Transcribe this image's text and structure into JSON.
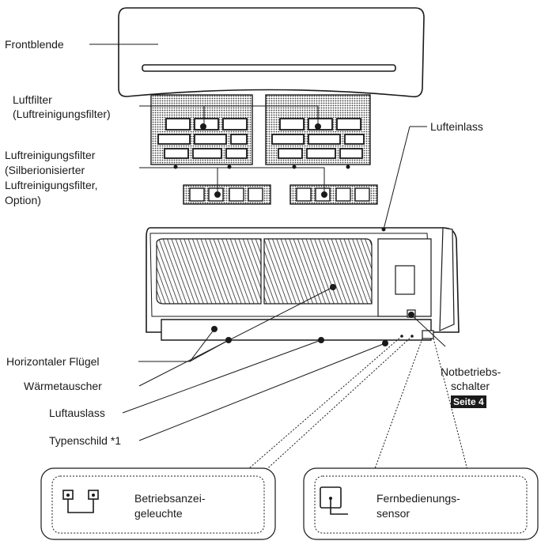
{
  "labels": {
    "frontblende": "Frontblende",
    "luftfilter": [
      "Luftfilter",
      "(Luftreinigungsfilter)"
    ],
    "lufteinlass": "Lufteinlass",
    "luftreinigungsfilter": [
      "Luftreinigungsfilter",
      "(Silberionisierter",
      "Luftreinigungsfilter,",
      "Option)"
    ],
    "horizontaler_fluegel": "Horizontaler Flügel",
    "waermetauscher": "Wärmetauscher",
    "luftauslass": "Luftauslass",
    "typenschild": "Typenschild *1",
    "notbetriebs": [
      "Notbetriebs-",
      "schalter"
    ],
    "seite": "Seite 4",
    "betriebsanzeige": [
      "Betriebsanzei-",
      "geleuchte"
    ],
    "fernbedienung": [
      "Fernbedienungs-",
      "sensor"
    ]
  },
  "colors": {
    "line": "#1a1a1a",
    "filter_fill": "#c9c9c9",
    "badge_bg": "#1a1a1a"
  }
}
